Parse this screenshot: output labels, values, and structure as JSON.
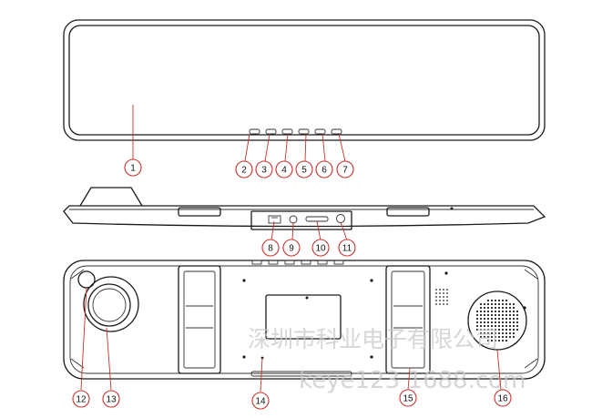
{
  "watermark": {
    "company": "深圳市科业电子有限公司",
    "handle": "keye123 1688.com"
  },
  "callouts": [
    "1",
    "2",
    "3",
    "4",
    "5",
    "6",
    "7",
    "8",
    "9",
    "10",
    "11",
    "12",
    "13",
    "14",
    "15",
    "16"
  ],
  "colors": {
    "ink": "#1a1a1a",
    "callout": "#c8322d",
    "watermark": "#c9c9c9"
  },
  "icons": {
    "top_port": "usb-port-icon",
    "top_slot": "tf-card-slot-icon",
    "top_jack": "av-jack-icon"
  }
}
